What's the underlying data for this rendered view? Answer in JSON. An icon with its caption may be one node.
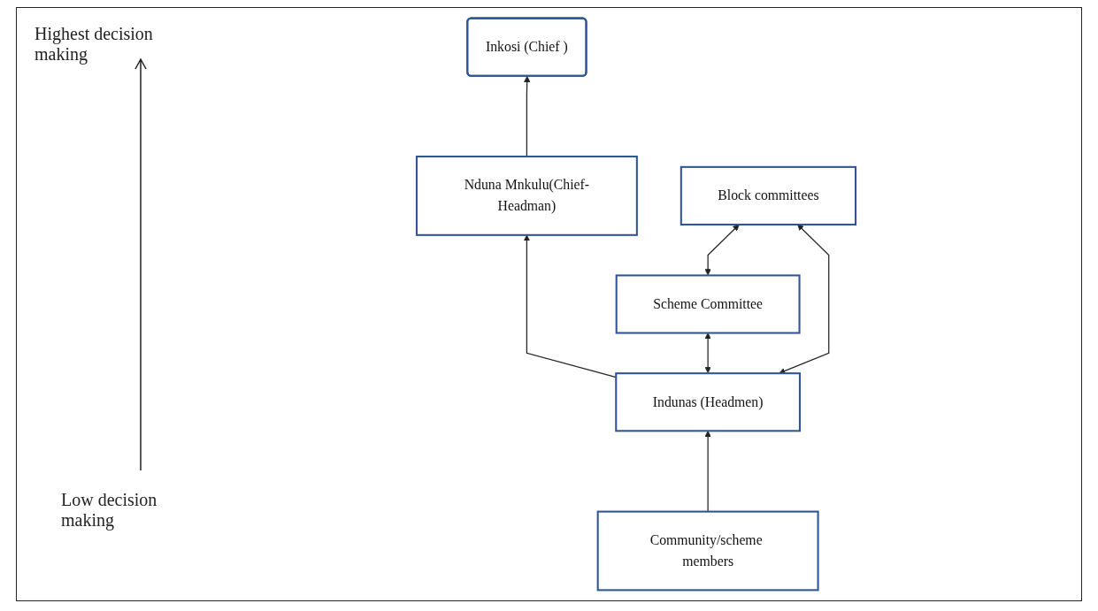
{
  "diagram": {
    "nodes": [
      {
        "text": [
          "Inkosi (Chief )"
        ]
      },
      {
        "text": [
          "Nduna Mnkulu(Chief-Headman)"
        ]
      },
      {
        "text": [
          "Scheme Committee"
        ]
      },
      {
        "text": [
          "Indunas (Headmen)"
        ]
      },
      {
        "text": [
          "Block committees"
        ]
      },
      {
        "text": [
          "Community/scheme members"
        ]
      }
    ],
    "edges": [
      {
        "from": 1,
        "to": 0,
        "arrow": "to"
      },
      {
        "from": 3,
        "to": 1,
        "arrow": "to"
      },
      {
        "from": 3,
        "to": 2,
        "arrow": "both"
      },
      {
        "from": 2,
        "to": 4,
        "arrow": "both"
      },
      {
        "from": 3,
        "to": 4,
        "arrow": "both"
      },
      {
        "from": 5,
        "to": 3,
        "arrow": "to"
      }
    ],
    "labels": [
      "Highest decision making",
      "Low decision making"
    ]
  }
}
